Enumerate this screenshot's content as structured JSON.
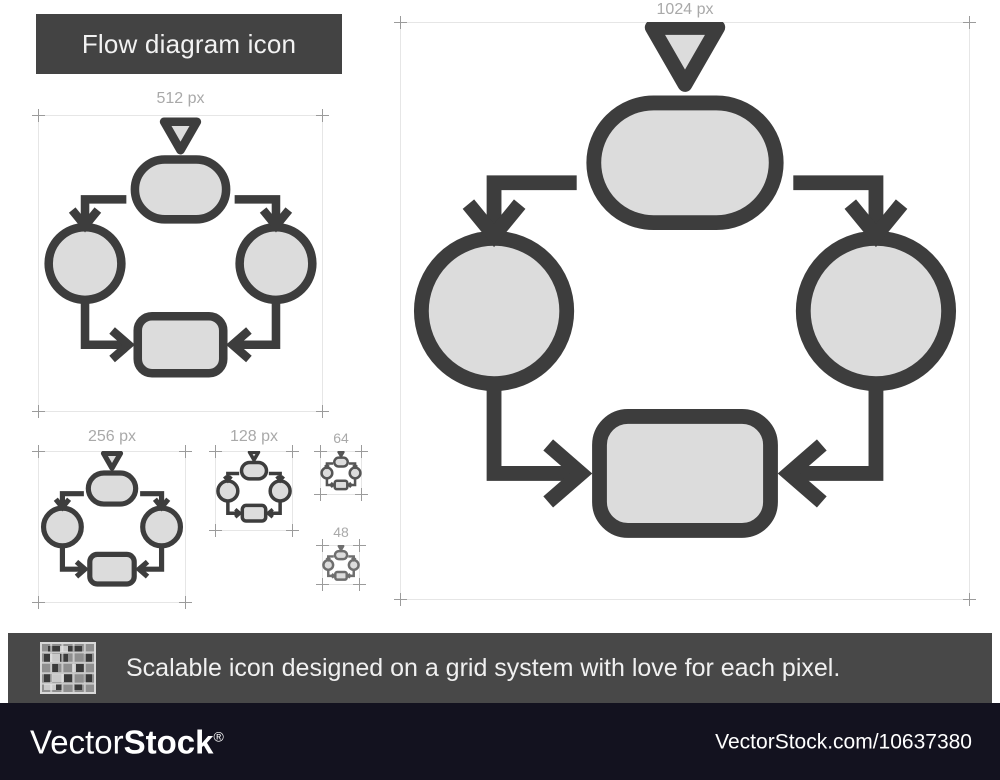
{
  "title_banner": {
    "text": "Flow diagram icon"
  },
  "specimens": [
    {
      "id": "size-1024",
      "label": "1024 px"
    },
    {
      "id": "size-512",
      "label": "512 px"
    },
    {
      "id": "size-256",
      "label": "256 px"
    },
    {
      "id": "size-128",
      "label": "128 px"
    },
    {
      "id": "size-64",
      "label": "64"
    },
    {
      "id": "size-48",
      "label": "48"
    }
  ],
  "caption": {
    "text": "Scalable icon designed on a grid system with love for each pixel.",
    "icon": "pixel-grid-icon"
  },
  "footer": {
    "brand_first": "Vector",
    "brand_second": "Stock",
    "brand_mark": "®",
    "credit": "VectorStock.com/10637380"
  },
  "colors": {
    "stroke": "#3d3d3d",
    "fill": "#dcdcdc",
    "banner": "#434343",
    "caption_strip": "#484848",
    "footer": "#13121f",
    "label": "#a9a9a9",
    "guide": "#e6e6e6",
    "crop_mark": "#9b9b9b"
  },
  "icon_graphic": {
    "name": "flow-diagram-icon",
    "description": "Cyclic flow diagram: top stadium node, two circular nodes left and right, bottom rounded rectangle node, connected by four elbow arrows forming a clockwise loop, with an inbound triangular arrow entering the top node.",
    "nodes": [
      {
        "name": "top-node",
        "shape": "stadium"
      },
      {
        "name": "left-node",
        "shape": "circle"
      },
      {
        "name": "right-node",
        "shape": "circle"
      },
      {
        "name": "bottom-node",
        "shape": "rounded-rect"
      }
    ],
    "connectors": [
      {
        "name": "inbound-arrow",
        "shape": "triangle-down"
      },
      {
        "name": "top-left-arrow",
        "shape": "elbow-arrow"
      },
      {
        "name": "top-right-arrow",
        "shape": "elbow-arrow"
      },
      {
        "name": "bottom-left-arrow",
        "shape": "elbow-arrow"
      },
      {
        "name": "bottom-right-arrow",
        "shape": "elbow-arrow"
      }
    ]
  }
}
